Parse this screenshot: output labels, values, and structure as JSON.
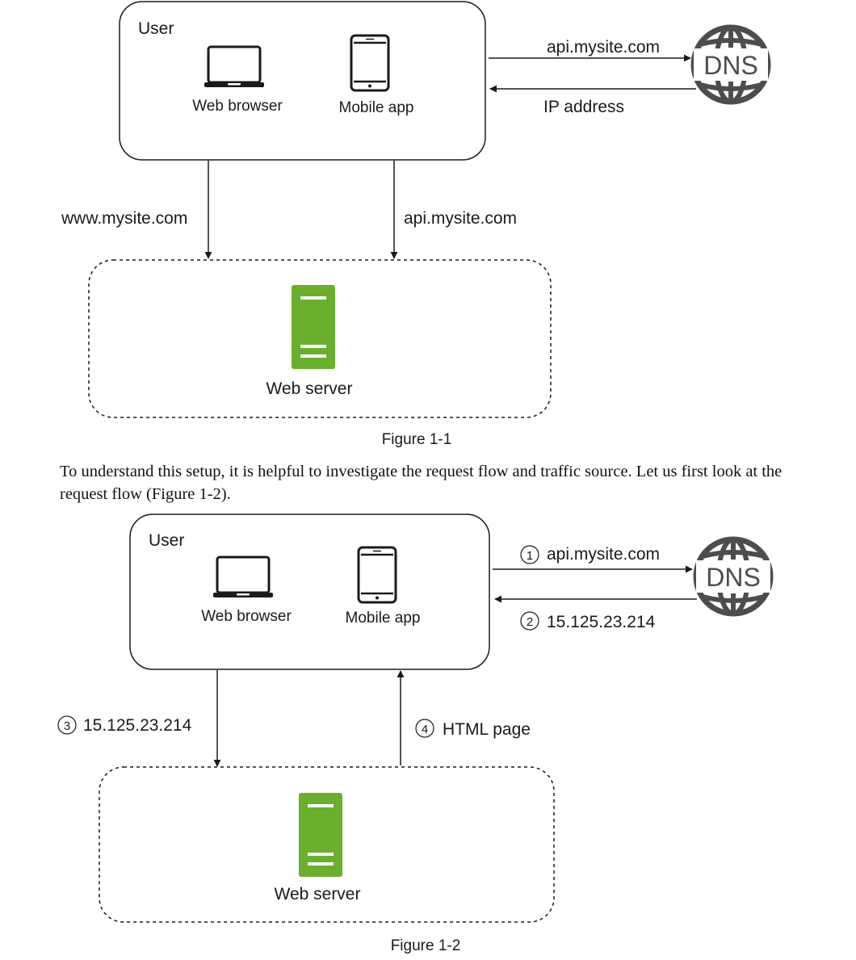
{
  "figure1": {
    "user_label": "User",
    "web_browser": "Web browser",
    "mobile_app": "Mobile app",
    "dns_label": "DNS",
    "request_to_dns": "api.mysite.com",
    "response_from_dns": "IP address",
    "web_request_label": "www.mysite.com",
    "api_request_label": "api.mysite.com",
    "server_label": "Web server",
    "caption": "Figure 1-1"
  },
  "paragraph": "To understand this setup, it is helpful to investigate the request flow and traffic source. Let us first look at the request flow (Figure 1-2).",
  "figure2": {
    "user_label": "User",
    "web_browser": "Web browser",
    "mobile_app": "Mobile app",
    "dns_label": "DNS",
    "step1_num": "1",
    "step1_text": "api.mysite.com",
    "step2_num": "2",
    "step2_text": "15.125.23.214",
    "step3_num": "3",
    "step3_text": "15.125.23.214",
    "step4_num": "4",
    "step4_text": "HTML page",
    "server_label": "Web server",
    "caption": "Figure 1-2"
  },
  "colors": {
    "server_green": "#6aaf2e",
    "dns_gray": "#4d4d4d",
    "line": "#1a1a1a"
  }
}
